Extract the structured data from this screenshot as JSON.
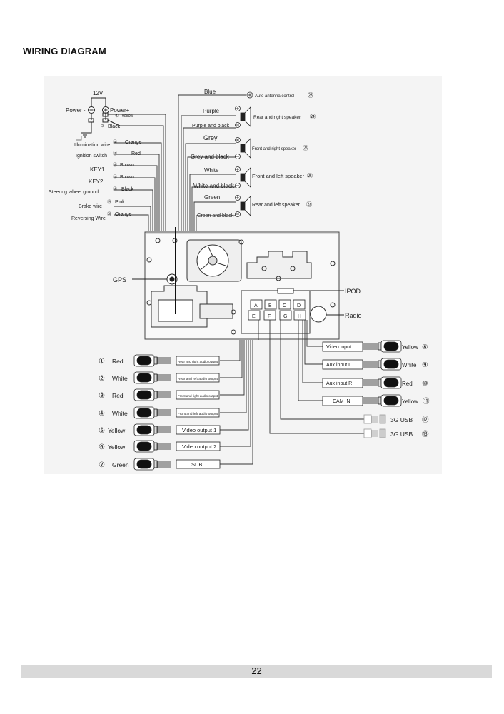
{
  "title": "WIRING DIAGRAM",
  "page_number": "22",
  "power": {
    "top": "12V",
    "minus": "Power -",
    "plus": "Power+",
    "yellow": "Yellow",
    "black": "Black",
    "n_yellow": "①",
    "n_black": "②"
  },
  "left_wires": [
    {
      "label": "Illumination wire",
      "n": "⑭",
      "color": "Orange"
    },
    {
      "label": "Ignition switch",
      "n": "⑮",
      "color": "Red"
    },
    {
      "label": "KEY1",
      "n": "⑯",
      "color": "Brown"
    },
    {
      "label": "KEY2",
      "n": "⑰",
      "color": "Brown"
    },
    {
      "label": "Steering wheel ground",
      "n": "⑱",
      "color": "Black"
    },
    {
      "label": "Brake wire",
      "n": "⑲",
      "color": "Pink"
    },
    {
      "label": "Reversing Wire",
      "n": "⑳",
      "color": "Orange"
    }
  ],
  "antenna": {
    "wire": "Blue",
    "label": "Auto antenna control",
    "n": "㉓"
  },
  "speakers": [
    {
      "plus": "Purple",
      "minus": "Purple and black",
      "label": "Rear and right speaker",
      "n": "㉔"
    },
    {
      "plus": "Grey",
      "minus": "Grey and black",
      "label": "Front and right speaker",
      "n": "㉕"
    },
    {
      "plus": "White",
      "minus": "White and black",
      "label": "Front and left speaker",
      "n": "㉖"
    },
    {
      "plus": "Green",
      "minus": "Green and black",
      "label": "Rear and left speaker",
      "n": "㉗"
    }
  ],
  "unit": {
    "gps": "GPS",
    "ipod": "IPOD",
    "radio": "Radio",
    "ports_top": [
      "A",
      "B",
      "C",
      "D"
    ],
    "ports_bottom": [
      "E",
      "F",
      "G",
      "H"
    ]
  },
  "left_outputs": [
    {
      "n": "①",
      "color": "Red",
      "label": "Rear and right audio output"
    },
    {
      "n": "②",
      "color": "White",
      "label": "Rear and left audio output"
    },
    {
      "n": "③",
      "color": "Red",
      "label": "Front and right audio output"
    },
    {
      "n": "④",
      "color": "White",
      "label": "Front and left audio output"
    },
    {
      "n": "⑤",
      "color": "Yellow",
      "label": "Video output 1"
    },
    {
      "n": "⑥",
      "color": "Yellow",
      "label": "Video output 2"
    },
    {
      "n": "⑦",
      "color": "Green",
      "label": "SUB"
    }
  ],
  "right_inputs": [
    {
      "label": "Video input",
      "color": "Yellow",
      "n": "⑧"
    },
    {
      "label": "Aux input L",
      "color": "White",
      "n": "⑨"
    },
    {
      "label": "Aux input R",
      "color": "Red",
      "n": "⑩"
    },
    {
      "label": "CAM IN",
      "color": "Yellow",
      "n": "⑪"
    }
  ],
  "usb": [
    {
      "label": "3G USB",
      "n": "⑫"
    },
    {
      "label": "3G USB",
      "n": "⑬"
    }
  ]
}
